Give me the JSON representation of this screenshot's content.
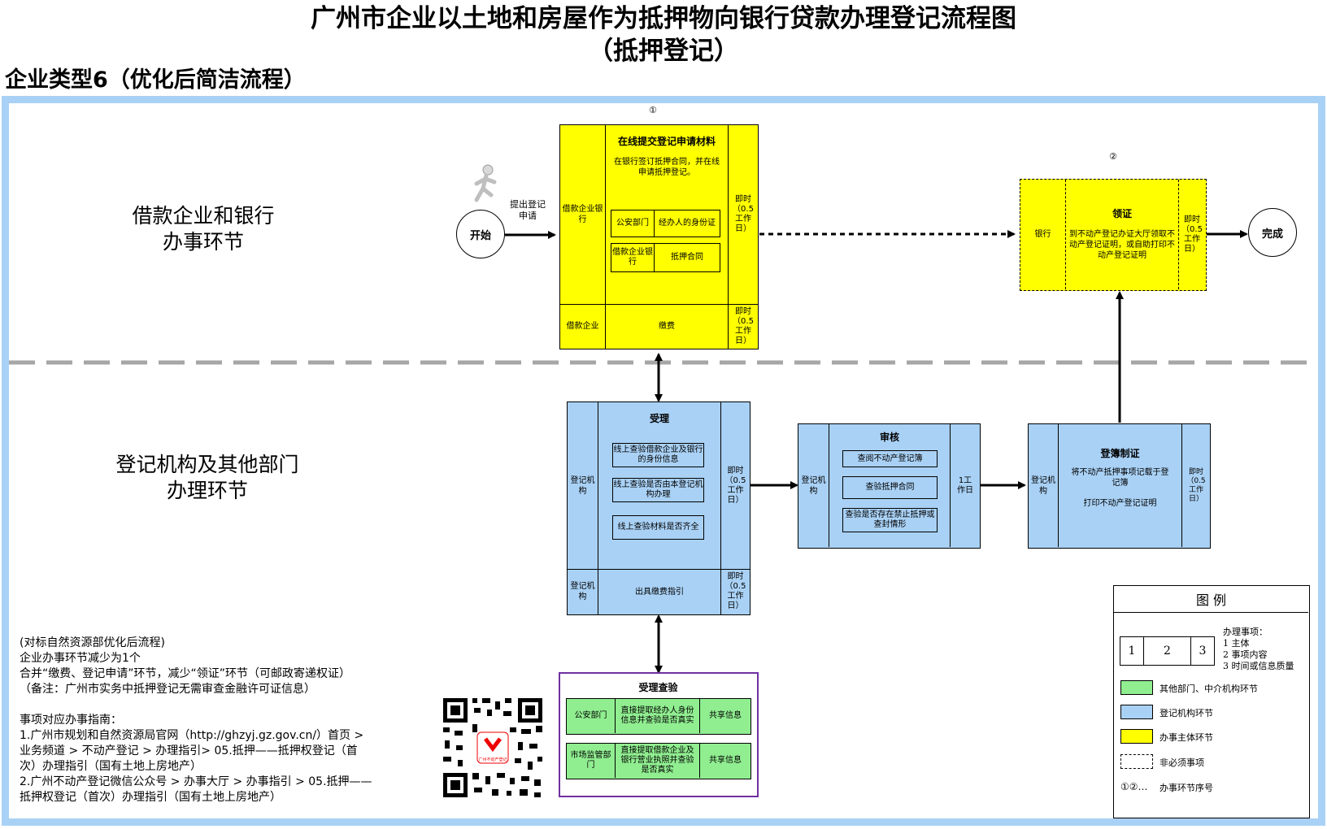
{
  "title": {
    "line1": "广州市企业以土地和房屋作为抵押物向银行贷款办理登记流程图",
    "line2": "（抵押登记）"
  },
  "subtitle": "企业类型6（优化后简洁流程）",
  "lanes": {
    "top": [
      "借款企业和银行",
      "办事环节"
    ],
    "bottom": [
      "登记机构及其他部门",
      "办理环节"
    ]
  },
  "markers": {
    "step1": "①",
    "step2": "②"
  },
  "start": {
    "label": "开始",
    "arrow_label": "提出登记申请"
  },
  "end": {
    "label": "完成"
  },
  "box_submit": {
    "side_top": "借款企业银行",
    "title": "在线提交登记申请材料",
    "desc": "在银行签订抵押合同，并在线申请抵押登记。",
    "docs": [
      {
        "party": "公安部门",
        "item": "经办人的身份证"
      },
      {
        "party": "借款企业银行",
        "item": "抵押合同"
      }
    ],
    "time_top": "即时（0.5工作日）",
    "side_bottom": "借款企业",
    "fee": "缴费",
    "time_bottom": "即时（0.5工作日）"
  },
  "box_collect": {
    "side": "银行",
    "title": "领证",
    "desc": "到不动产登记办证大厅领取不动产登记证明，或自助打印不动产登记证明",
    "time": "即时（0.5工作日）"
  },
  "box_accept": {
    "side_top": "登记机构",
    "title": "受理",
    "items": [
      "线上查验借款企业及银行的身份信息",
      "线上查验是否由本登记机构办理",
      "线上查验材料是否齐全"
    ],
    "time_top": "即时（0.5工作日）",
    "side_bottom": "登记机构",
    "bottom_text": "出具缴费指引",
    "time_bottom": "即时（0.5工作日）"
  },
  "box_review": {
    "side": "登记机构",
    "title": "审核",
    "items": [
      "查阅不动产登记簿",
      "查验抵押合同",
      "查验是否存在禁止抵押或查封情形"
    ],
    "time": "1工作日"
  },
  "box_register": {
    "side": "登记机构",
    "title": "登簿制证",
    "desc1": "将不动产抵押事项记载于登记簿",
    "desc2": "打印不动产登记证明",
    "time": "即时（0.5工作日）"
  },
  "box_check": {
    "title": "受理查验",
    "rows": [
      {
        "party": "公安部门",
        "desc": "直接提取经办人身份信息并查验是否真实",
        "share": "共享信息"
      },
      {
        "party": "市场监管部门",
        "desc": "直接提取借款企业及银行营业执照并查验是否真实",
        "share": "共享信息"
      }
    ]
  },
  "notes": {
    "lines": [
      "(对标自然资源部优化后流程)",
      "企业办事环节减少为1个",
      "合并“缴费、登记申请”环节，减少“领证”环节（可邮政寄递权证）",
      "（备注：广州市实务中抵押登记无需审查金融许可证信息）",
      "",
      "事项对应办事指南：",
      "1.广州市规划和自然资源局官网（http://ghzyj.gz.gov.cn/）首页 >",
      "业务频道 > 不动产登记 > 办理指引> 05.抵押——抵押权登记（首",
      "次）办理指引（国有土地上房地产）",
      "2.广州不动产登记微信公众号 > 办事大厅 > 办事指引 > 05.抵押——",
      "抵押权登记（首次）办理指引（国有土地上房地产）"
    ]
  },
  "qr": {
    "badge": "广州不动产登记"
  },
  "legend": {
    "title": "图    例",
    "cells": [
      "1",
      "2",
      "3"
    ],
    "explain_title": "办理事项：",
    "explain": [
      "1 主体",
      "2 事项内容",
      "3 时间或信息质量"
    ],
    "items": [
      {
        "label": "其他部门、中介机构环节",
        "color": "#90ee90"
      },
      {
        "label": "登记机构环节",
        "color": "#a9d1f5"
      },
      {
        "label": "办事主体环节",
        "color": "#ffff00"
      },
      {
        "label": "非必须事项",
        "color": "none"
      },
      {
        "label": "办事环节序号",
        "color": "none"
      }
    ],
    "seq_symbol": "①②…"
  },
  "colors": {
    "yellow": "#ffff00",
    "blue": "#a9d1f5",
    "green": "#90ee90",
    "frame": "#a9d1f5",
    "check_border": "#7030a0"
  }
}
